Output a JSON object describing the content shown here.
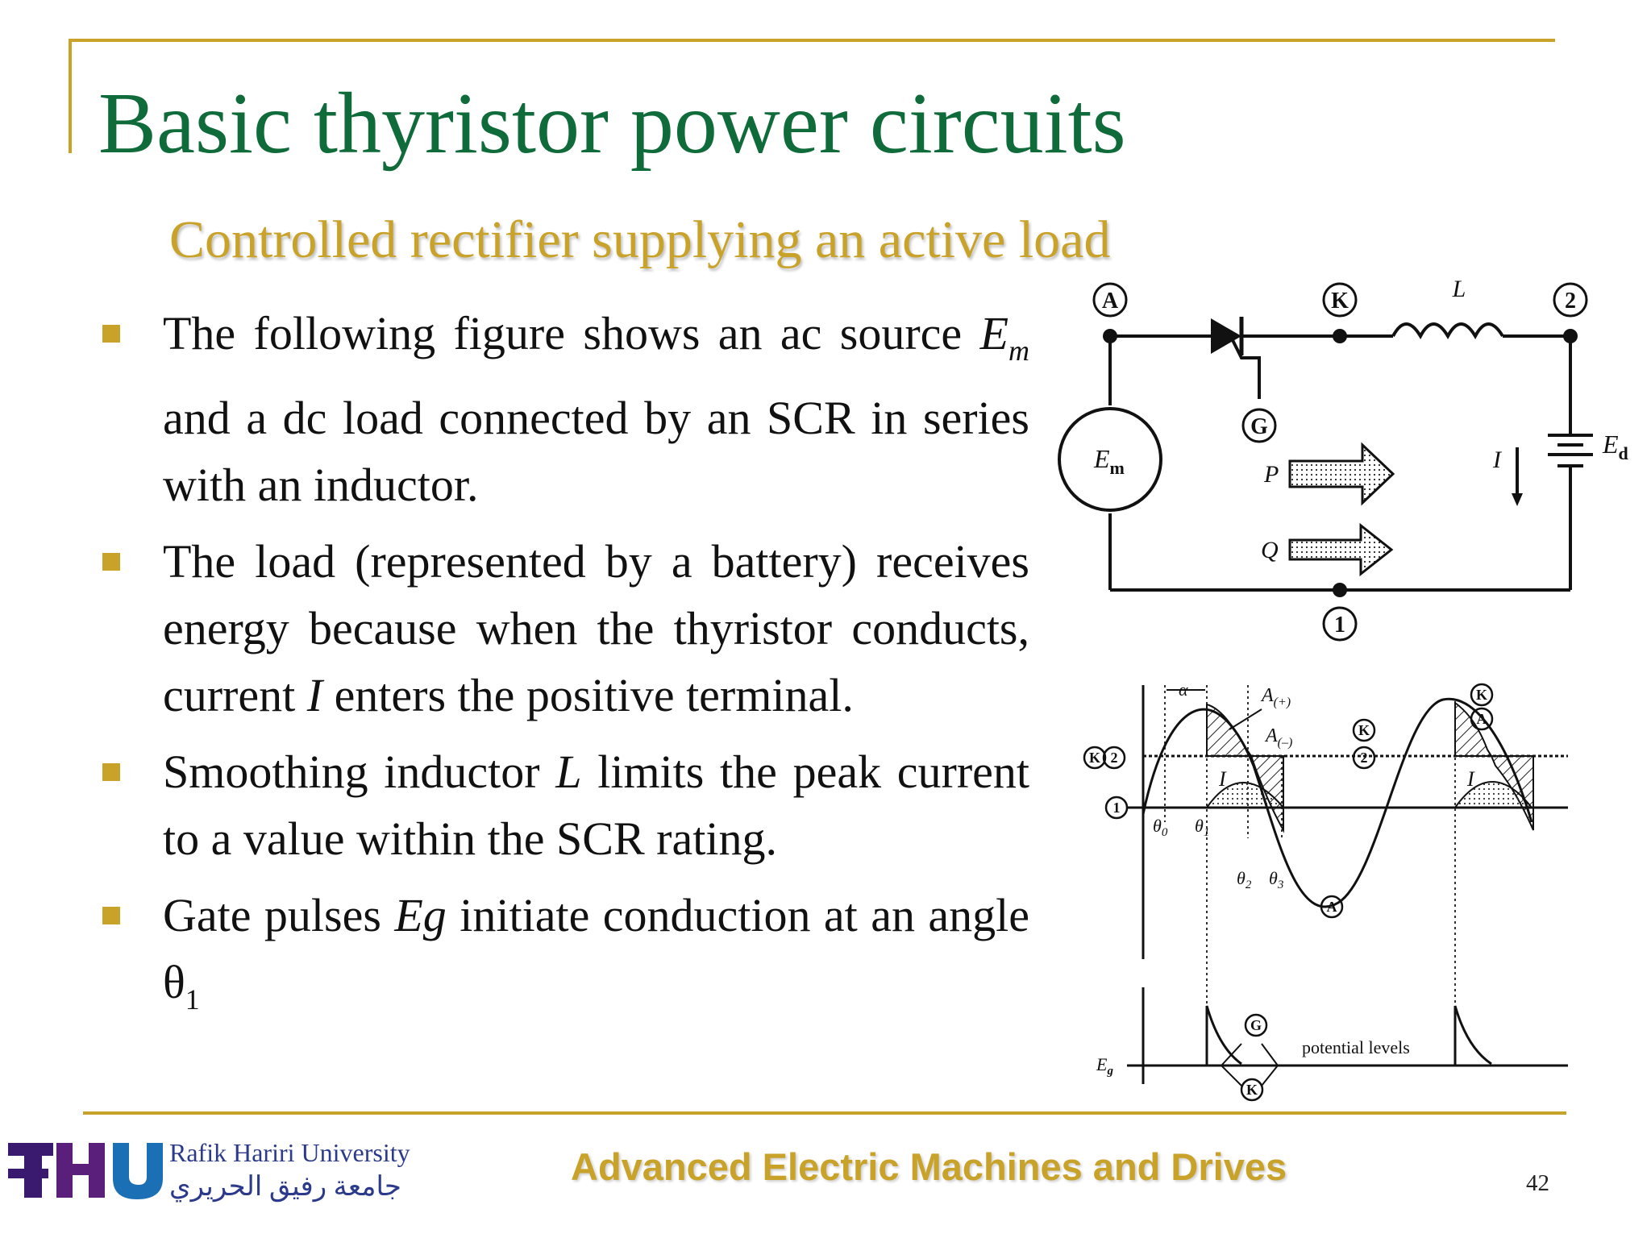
{
  "slide": {
    "title": "Basic thyristor power circuits",
    "subtitle": "Controlled rectifier supplying an active load",
    "slide_number": "42",
    "footer": {
      "course": "Advanced Electric Machines and Drives",
      "university_en": "Rafik Hariri University",
      "university_ar": "جامعة رفيق الحريري",
      "logo_text": "RHU"
    },
    "accent_color": "#c9a22a",
    "title_color": "#106b3a"
  },
  "bullets": [
    {
      "a": "The following figure shows an ac source ",
      "var": "E",
      "var_sub": "m",
      "b": " and a dc load connected by an SCR in series with an inductor."
    },
    {
      "a": "The load (represented by a battery) receives energy because when the thyristor conducts, current ",
      "var": "I",
      "b": " enters the positive terminal."
    },
    {
      "a": "Smoothing inductor ",
      "var": "L",
      "b": " limits the peak current to a value within the SCR rating."
    },
    {
      "a": "Gate pulses ",
      "var": "Eg",
      "b": " initiate conduction at an angle θ",
      "sub": "1"
    }
  ],
  "circuit": {
    "node_A": "A",
    "node_K": "K",
    "node_2": "2",
    "node_1": "1",
    "gate": "G",
    "inductor": "L",
    "source": "E",
    "source_sub": "m",
    "battery": "E",
    "battery_sub": "d",
    "current": "I",
    "power_p": "P",
    "power_q": "Q"
  },
  "waveforms": {
    "alpha": "α",
    "a_plus": "A",
    "a_plus_sub": "(+)",
    "a_minus": "A",
    "a_minus_sub": "(–)",
    "current": "I",
    "theta0": "θ",
    "theta0_sub": "0",
    "theta1": "θ",
    "theta1_sub": "1",
    "theta2": "θ",
    "theta2_sub": "2",
    "theta3": "θ",
    "theta3_sub": "3",
    "k": "K",
    "two": "2",
    "one": "1",
    "a": "A",
    "g": "G",
    "eg": "E",
    "eg_sub": "g",
    "potential_levels": "potential levels"
  }
}
